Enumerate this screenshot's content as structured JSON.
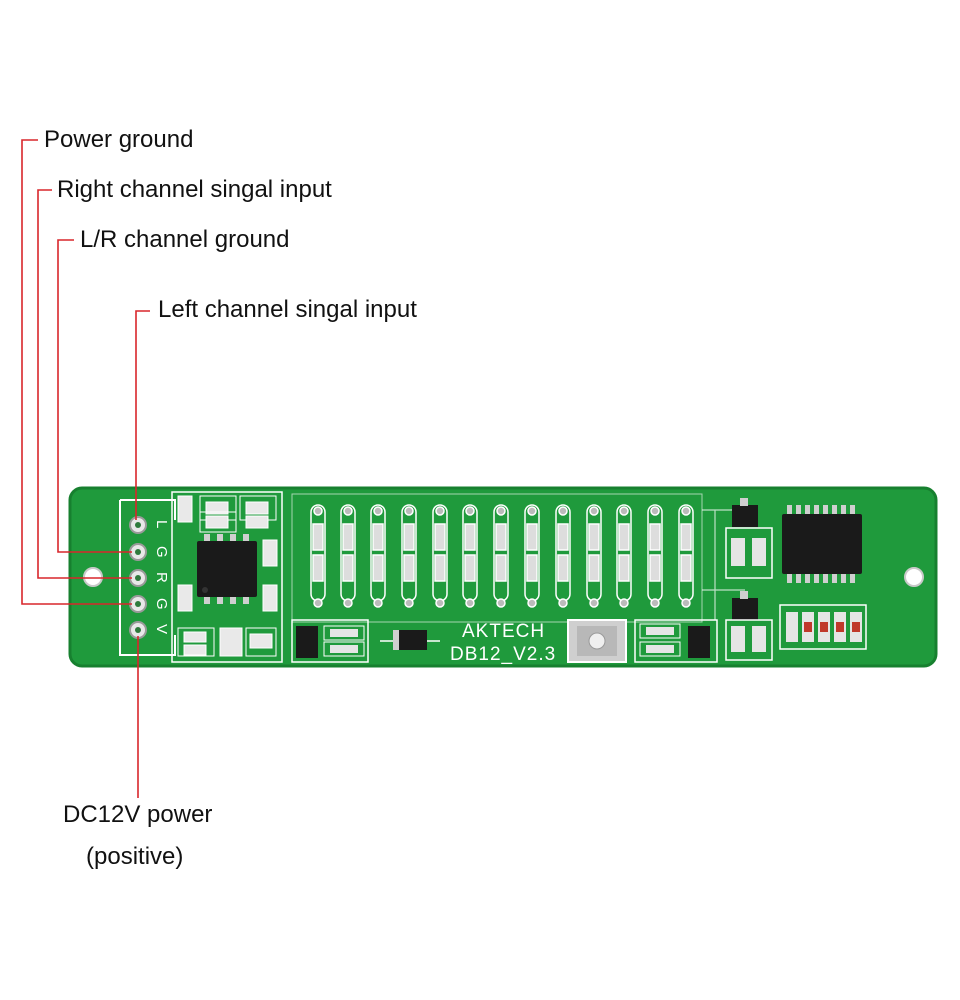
{
  "callouts": {
    "power_ground": "Power ground",
    "right_input": "Right channel singal input",
    "lr_ground": "L/R channel ground",
    "left_input": "Left channel singal input",
    "dc_power_line1": "DC12V power",
    "dc_power_line2": "(positive)"
  },
  "board": {
    "brand": "AKTECH",
    "model": "DB12_V2.3",
    "pin_labels": [
      "L",
      "G",
      "R",
      "G",
      "V"
    ]
  },
  "colors": {
    "callout_line": "#d9262b",
    "pcb": "#1f9a3c",
    "silkscreen": "#ffffff"
  }
}
